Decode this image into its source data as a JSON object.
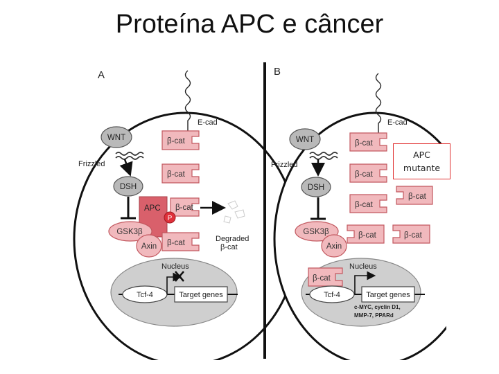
{
  "slide": {
    "title": "Proteína APC e câncer"
  },
  "callout": {
    "line1": "APC",
    "line2": "mutante"
  },
  "panel_a": {
    "label": "A",
    "ecad": "E-cad",
    "wnt": "WNT",
    "frizzled": "Frizzled",
    "dsh": "DSH",
    "apc": "APC",
    "p": "P",
    "gsk": "GSK3β",
    "axin": "Axin",
    "bcat": "β-cat",
    "degraded_line1": "Degraded",
    "degraded_line2": "β-cat",
    "nucleus": "Nucleus",
    "tcf": "Tcf-4",
    "target": "Target genes"
  },
  "panel_b": {
    "label": "B",
    "ecad": "E-cad",
    "wnt": "WNT",
    "frizzled": "Frizzled",
    "dsh": "DSH",
    "gsk": "GSK3β",
    "axin": "Axin",
    "bcat": "β-cat",
    "nucleus": "Nucleus",
    "tcf": "Tcf-4",
    "target": "Target genes",
    "genes_line1": "c-MYC, cyclin D1,",
    "genes_line2": "MMP-7, PPARd"
  },
  "colors": {
    "bcat_fill": "#f1b9bd",
    "bcat_stroke": "#c2585f",
    "apc_fill": "#d9606b",
    "p_fill": "#e0303a",
    "gray_fill": "#b9b9b9",
    "nucleus_fill": "#cfcfcf",
    "callout_border": "#e03030"
  }
}
